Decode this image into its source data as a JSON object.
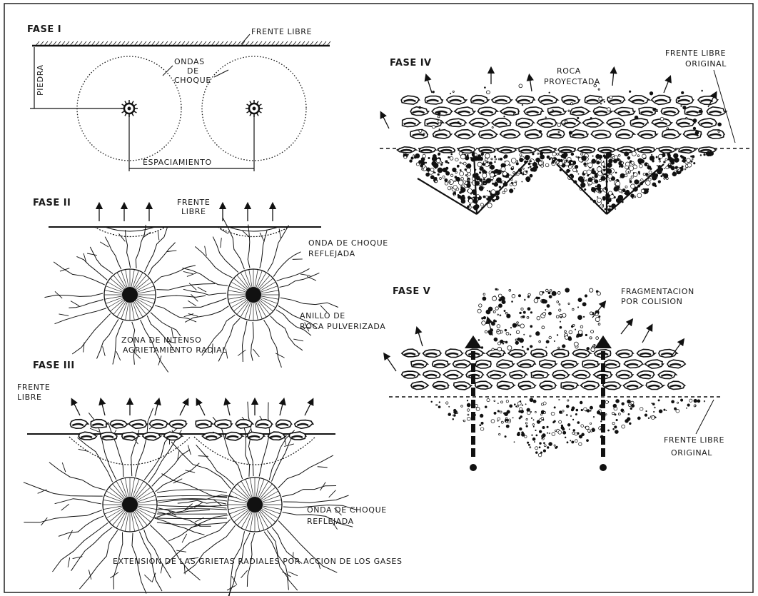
{
  "phases": {
    "fase1": {
      "title": "FASE I",
      "frente_libre": "FRENTE LIBRE",
      "ondas": [
        "ONDAS",
        "DE",
        "CHOQUE"
      ],
      "piedra": "PIEDRA",
      "espaciamiento": "ESPACIAMIENTO"
    },
    "fase2": {
      "title": "FASE II",
      "frente_libre": [
        "FRENTE",
        "LIBRE"
      ],
      "onda_reflejada": [
        "ONDA DE CHOQUE",
        "REFLEJADA"
      ],
      "anillo": [
        "ANILLO DE",
        "ROCA PULVERIZADA"
      ],
      "zona": [
        "ZONA DE INTENSO",
        "AGRIETAMIENTO RADIAL"
      ]
    },
    "fase3": {
      "title": "FASE III",
      "frente_libre": [
        "FRENTE",
        "LIBRE"
      ],
      "onda_reflejada": [
        "ONDA DE CHOQUE",
        "REFLEJADA"
      ],
      "extension": "EXTENSION DE LAS GRIETAS RADIALES POR ACCION DE LOS GASES"
    },
    "fase4": {
      "title": "FASE IV",
      "roca": [
        "ROCA",
        "PROYECTADA"
      ],
      "frente_original": [
        "FRENTE LIBRE",
        "ORIGINAL"
      ]
    },
    "fase5": {
      "title": "FASE V",
      "fragmentacion": [
        "FRAGMENTACION",
        "POR COLISION"
      ],
      "frente_original": [
        "FRENTE LIBRE",
        "ORIGINAL"
      ]
    }
  }
}
